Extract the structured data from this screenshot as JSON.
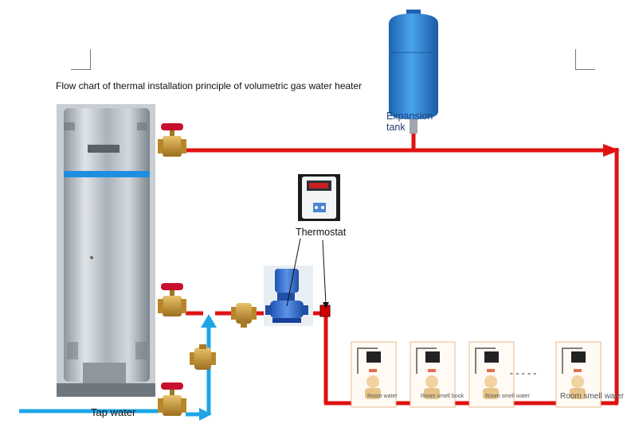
{
  "title": "Flow chart of thermal installation principle of volumetric gas water heater",
  "labels": {
    "expansion_tank_line1": "Expansion",
    "expansion_tank_line2": "tank",
    "thermostat": "Thermostat",
    "tap_water": "Tap water",
    "ellipsis": "- - - - -"
  },
  "rooms": [
    {
      "label": "Room water"
    },
    {
      "label": "Room smell book"
    },
    {
      "label": "Room smell water"
    },
    {
      "label": "Room smell water"
    }
  ],
  "colors": {
    "hot_pipe": "#e01212",
    "cold_pipe": "#1ea5e6",
    "tank_blue": "#2f86d6",
    "heater_steel": "#b7bec6",
    "valve_brass": "#c9962f",
    "valve_red": "#c8102e",
    "pump_blue": "#2f6fd0"
  },
  "icons": [
    "gas-water-heater",
    "expansion-tank",
    "gate-valve",
    "check-valve",
    "circulation-pump",
    "thermostat-controller",
    "shower-fixture",
    "flow-arrow"
  ]
}
